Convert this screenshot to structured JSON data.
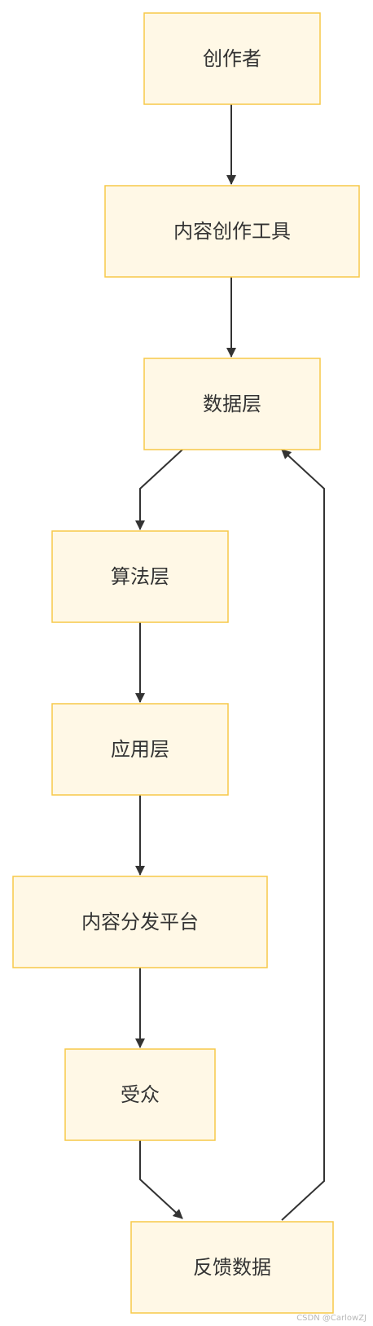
{
  "nodes": [
    {
      "id": "creator",
      "label": "创作者"
    },
    {
      "id": "tools",
      "label": "内容创作工具"
    },
    {
      "id": "data_layer",
      "label": "数据层"
    },
    {
      "id": "algo_layer",
      "label": "算法层"
    },
    {
      "id": "app_layer",
      "label": "应用层"
    },
    {
      "id": "platform",
      "label": "内容分发平台"
    },
    {
      "id": "audience",
      "label": "受众"
    },
    {
      "id": "feedback",
      "label": "反馈数据"
    }
  ],
  "edges": [
    {
      "from": "creator",
      "to": "tools"
    },
    {
      "from": "tools",
      "to": "data_layer"
    },
    {
      "from": "data_layer",
      "to": "algo_layer"
    },
    {
      "from": "algo_layer",
      "to": "app_layer"
    },
    {
      "from": "app_layer",
      "to": "platform"
    },
    {
      "from": "platform",
      "to": "audience"
    },
    {
      "from": "audience",
      "to": "feedback"
    },
    {
      "from": "feedback",
      "to": "data_layer"
    }
  ],
  "colors": {
    "node_fill": "#fff8e6",
    "node_border": "#f7c948",
    "edge": "#333333",
    "text": "#333333"
  },
  "watermark": "CSDN @CarlowZJ"
}
